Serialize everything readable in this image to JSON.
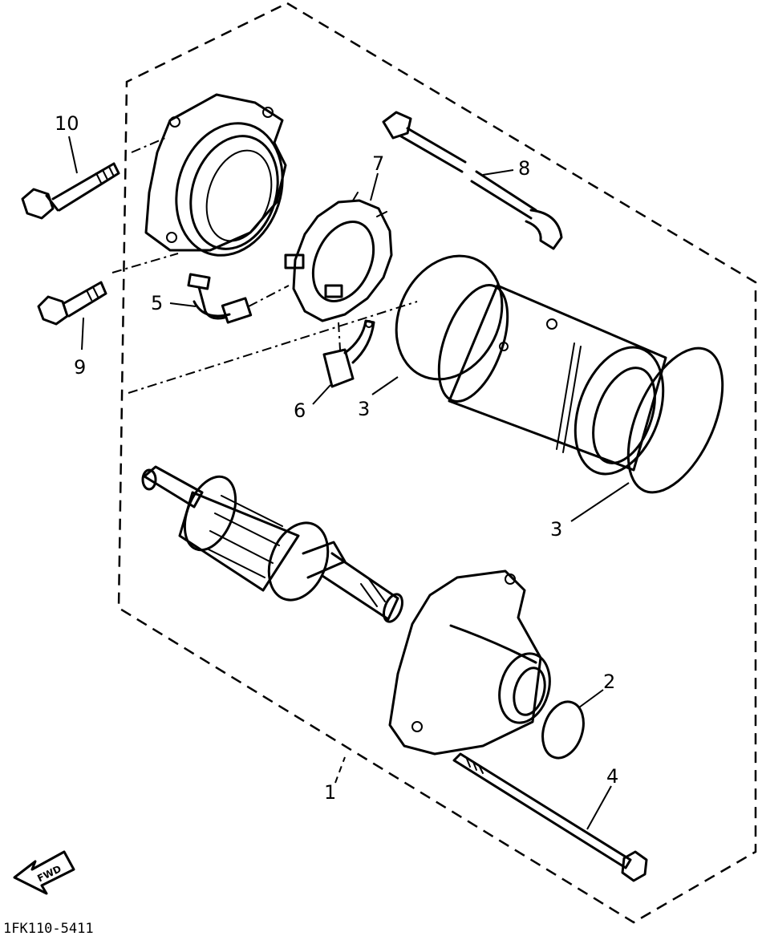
{
  "callouts": {
    "c1": "1",
    "c2": "2",
    "c3a": "3",
    "c3b": "3",
    "c4": "4",
    "c5": "5",
    "c6": "6",
    "c7": "7",
    "c8": "8",
    "c9": "9",
    "c10": "10"
  },
  "fwd_label": "FWD",
  "diagram_code": "1FK110-5411"
}
